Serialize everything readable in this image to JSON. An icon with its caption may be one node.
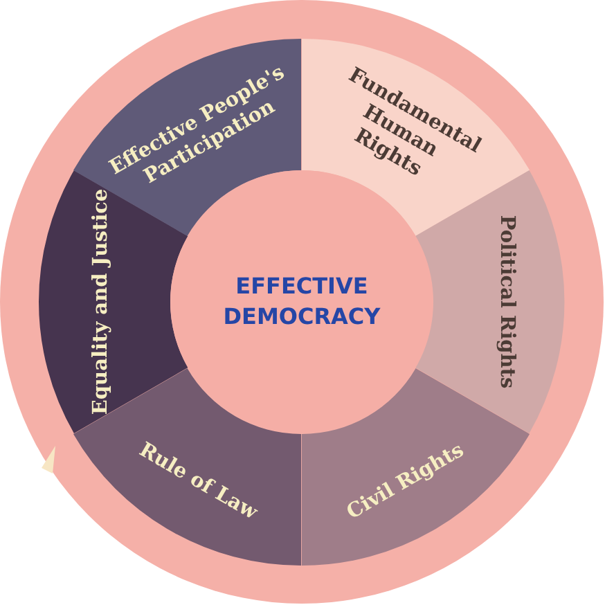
{
  "diagram": {
    "nodes": [
      {
        "text": [
          "EFFECTIVE DEMOCRACY"
        ]
      },
      {
        "text": [
          "Fundamental Human Rights"
        ]
      },
      {
        "text": [
          "Political Rights"
        ]
      },
      {
        "text": [
          "Civil Rights"
        ]
      },
      {
        "text": [
          "Rule of Law"
        ]
      },
      {
        "text": [
          "Equality and Justice"
        ]
      },
      {
        "text": [
          "Effective People's Participation"
        ]
      }
    ]
  }
}
